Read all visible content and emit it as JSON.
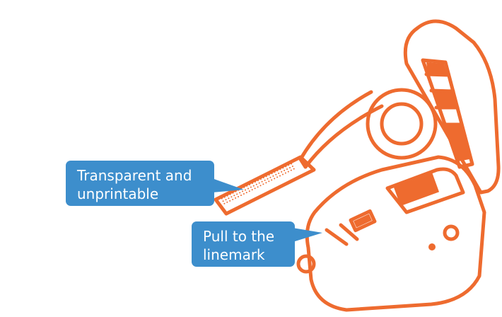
{
  "colors": {
    "outline": "#EE6B2F",
    "callout_fill": "#3D8ECC",
    "callout_text": "#FFFFFF",
    "background": "#FFFFFF"
  },
  "labels": {
    "transparent_line1": "Transparent and",
    "transparent_line2": "unprintable",
    "pull_line1": "Pull to the",
    "pull_line2": "linemark"
  }
}
